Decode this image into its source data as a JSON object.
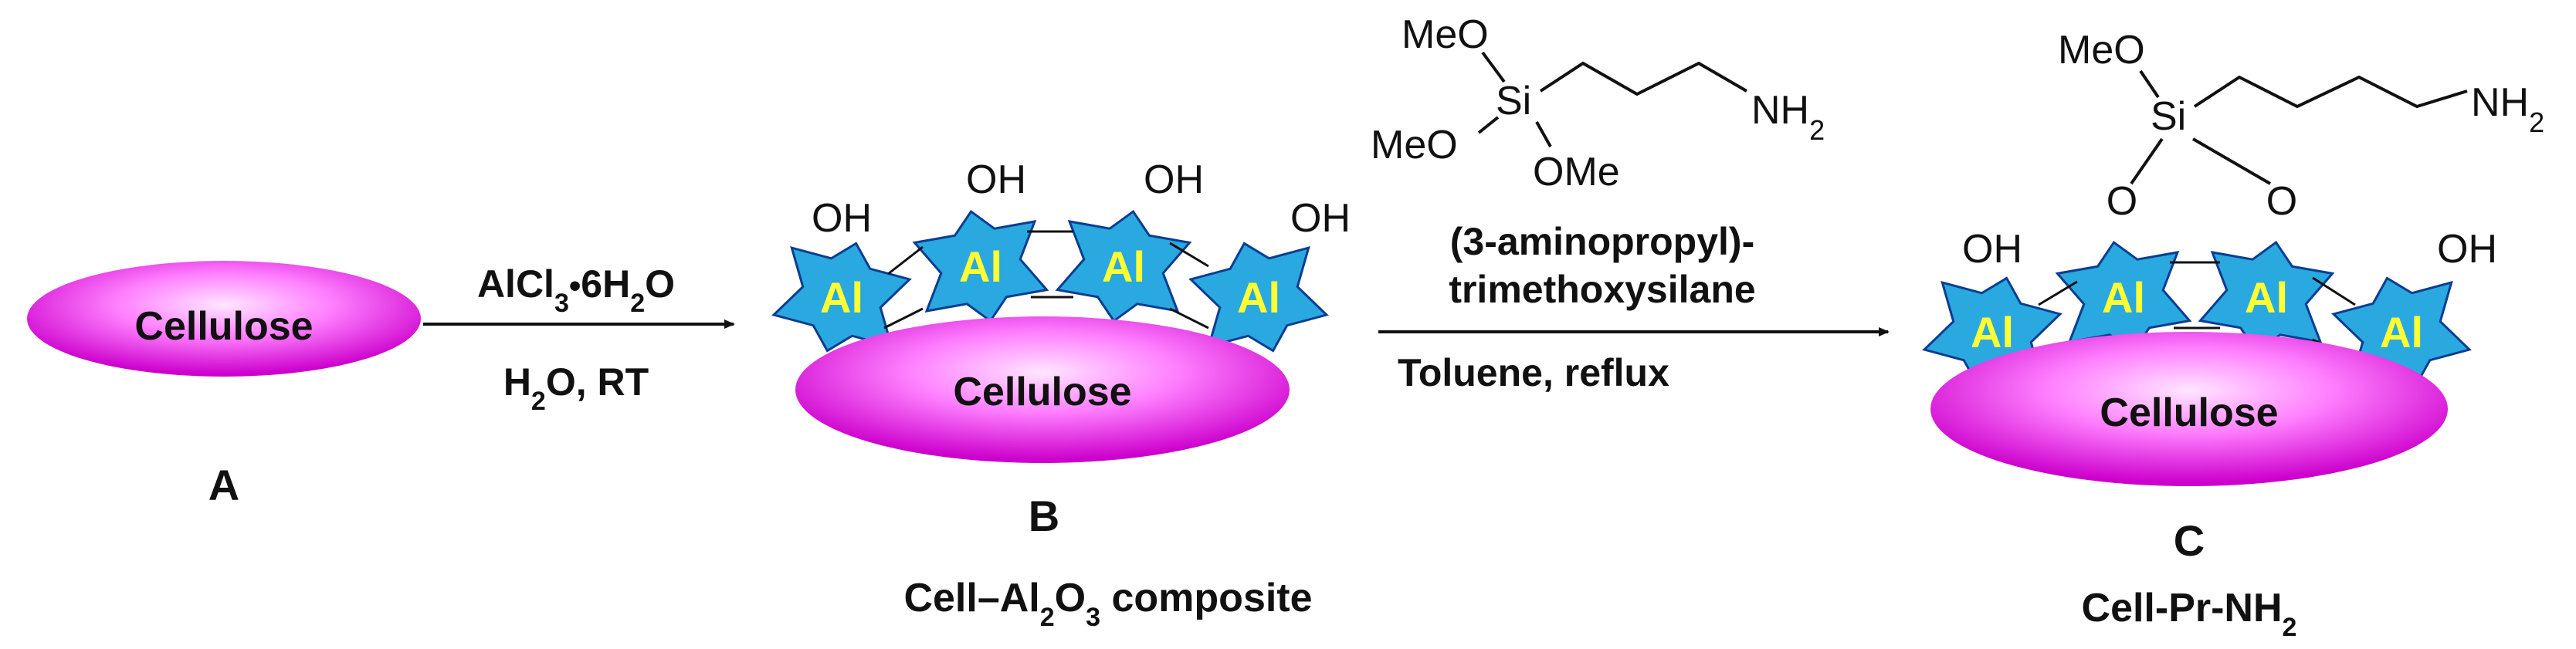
{
  "colors": {
    "cellulose_fill_light": "#ffd6ff",
    "cellulose_fill_mid": "#ff66ff",
    "cellulose_fill_dark": "#cc00cc",
    "star_fill": "#2aa8e0",
    "star_stroke": "#0b3d91",
    "al_text": "#ffff33",
    "ink": "#111111"
  },
  "compound_a": {
    "cellulose": "Cellulose",
    "label": "A"
  },
  "arrow1": {
    "reagent_top": {
      "main": "AlCl",
      "sub1": "3",
      "dot": "•",
      "rest": "6H",
      "sub2": "2",
      "end": "O"
    },
    "reagent_bottom": {
      "main": "H",
      "sub": "2",
      "rest": "O, RT"
    }
  },
  "compound_b": {
    "cellulose": "Cellulose",
    "al": "Al",
    "oh": "OH",
    "label": "B",
    "caption": {
      "main": "Cell–Al",
      "sub1": "2",
      "mid": "O",
      "sub2": "3",
      "rest": " composite"
    }
  },
  "silane": {
    "meo": "MeO",
    "ome": "OMe",
    "si": "Si",
    "nh": "NH",
    "nh_sub": "2",
    "name_line1": "(3-aminopropyl)-",
    "name_line2": "trimethoxysilane",
    "conditions": "Toluene, reflux"
  },
  "compound_c": {
    "cellulose": "Cellulose",
    "al": "Al",
    "oh": "OH",
    "o": "O",
    "meo": "MeO",
    "si": "Si",
    "nh": "NH",
    "nh_sub": "2",
    "label": "C",
    "caption": {
      "main": "Cell-Pr-NH",
      "sub": "2"
    }
  }
}
